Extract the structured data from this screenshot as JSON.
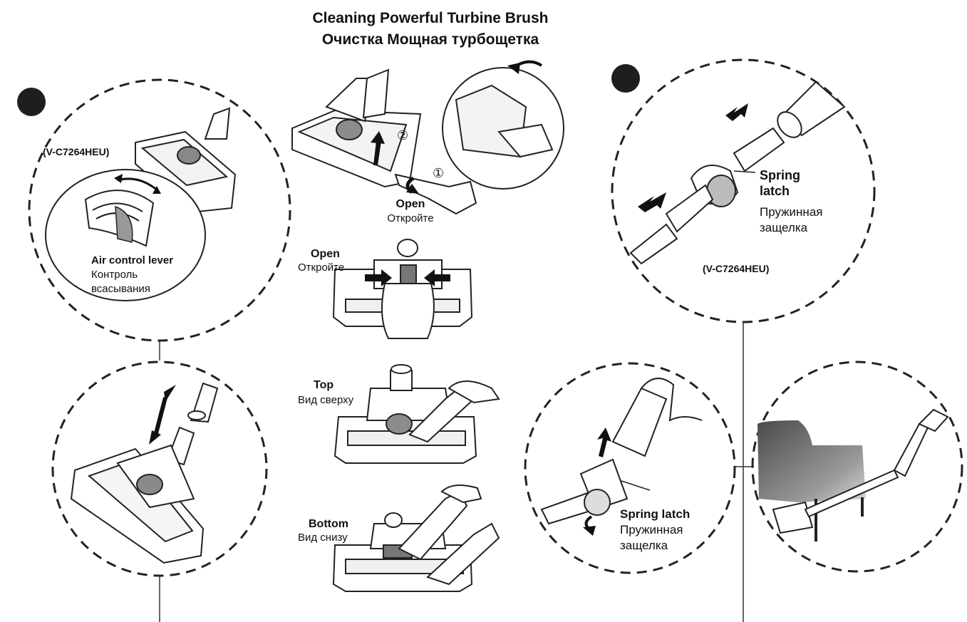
{
  "header": {
    "title_en": "Cleaning Powerful Turbine Brush",
    "title_ru": "Очистка Мощная турбощетка"
  },
  "left_panel": {
    "model": "(V-C7264HEU)",
    "lever_en": "Air control lever",
    "lever_ru_1": "Контроль",
    "lever_ru_2": "всасывания"
  },
  "center_panel": {
    "step_1": "①",
    "step_2": "②",
    "open1_en": "Open",
    "open1_ru": "Откройте",
    "open2_en": "Open",
    "open2_ru": "Откройте",
    "top_en": "Top",
    "top_ru": "Вид сверху",
    "bottom_en": "Bottom",
    "bottom_ru": "Вид снизу"
  },
  "right_top_panel": {
    "latch_en_1": "Spring",
    "latch_en_2": "latch",
    "latch_ru_1": "Пружинная",
    "latch_ru_2": "защелка",
    "model": "(V-C7264HEU)"
  },
  "right_bottom_panel": {
    "latch_en": "Spring latch",
    "latch_ru_1": "Пружинная",
    "latch_ru_2": "защелка"
  }
}
